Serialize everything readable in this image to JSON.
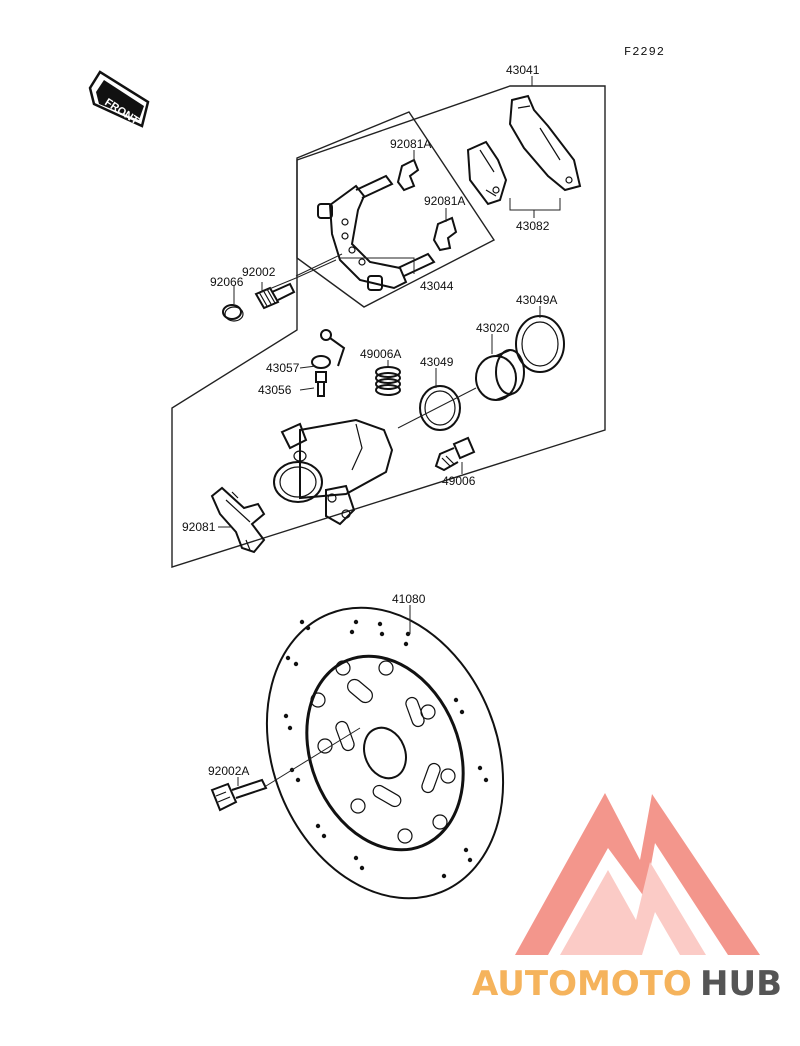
{
  "diagram": {
    "drawing_code": "F2292",
    "front_arrow_label": "FRONT",
    "part_labels": {
      "p43041": "43041",
      "p92081A_top": "92081A",
      "p92081A_mid": "92081A",
      "p43082": "43082",
      "p92002": "92002",
      "p92066": "92066",
      "p43044": "43044",
      "p43049A": "43049A",
      "p43020": "43020",
      "p43057": "43057",
      "p49006A": "49006A",
      "p43049": "43049",
      "p43056": "43056",
      "p49006": "49006",
      "p92081": "92081",
      "p41080": "41080",
      "p92002A": "92002A"
    }
  },
  "watermark": {
    "brand_part1": "AUTOMOTO",
    "brand_part2": "HUB",
    "colors": {
      "accent": "#f28b80",
      "orange": "#f5b35c",
      "dark": "#555555"
    }
  }
}
